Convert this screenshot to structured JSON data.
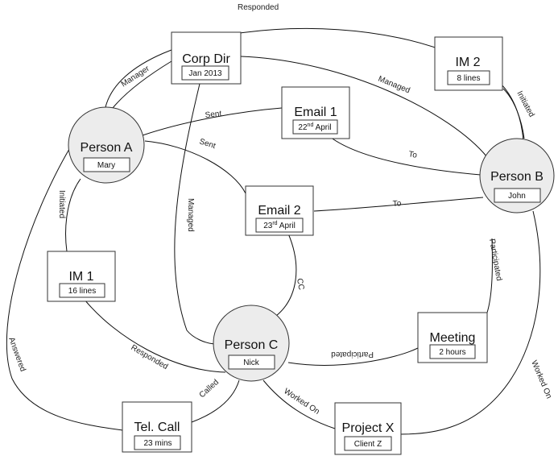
{
  "nodes": {
    "corp_dir": {
      "title": "Corp Dir",
      "sub": "Jan 2013"
    },
    "im2": {
      "title": "IM 2",
      "sub": "8 lines"
    },
    "email1": {
      "title": "Email 1",
      "sub_pre": "22",
      "sub_sup": "nd",
      "sub_post": " April"
    },
    "person_a": {
      "title": "Person A",
      "sub": "Mary"
    },
    "person_b": {
      "title": "Person B",
      "sub": "John"
    },
    "email2": {
      "title": "Email 2",
      "sub_pre": "23",
      "sub_sup": "rd",
      "sub_post": " April"
    },
    "im1": {
      "title": "IM 1",
      "sub": "16 lines"
    },
    "meeting": {
      "title": "Meeting",
      "sub": "2 hours"
    },
    "person_c": {
      "title": "Person C",
      "sub": "Nick"
    },
    "tel_call": {
      "title": "Tel. Call",
      "sub": "23 mins"
    },
    "project_x": {
      "title": "Project X",
      "sub": "Client Z"
    }
  },
  "edges": {
    "responded_top": "Responded",
    "manager": "Manager",
    "managed_corp_b": "Managed",
    "initiated_im2": "Initiated",
    "sent_email1": "Sent",
    "sent_email2": "Sent",
    "to_email1": "To",
    "to_email2": "To",
    "managed_corp_c": "Managed",
    "initiated_im1": "Initiated",
    "participated_b": "Participated",
    "cc": "CC",
    "responded_im1": "Responded",
    "participated_c": "Participated",
    "answered": "Answered",
    "called": "Called",
    "worked_on_c": "Worked On",
    "worked_on_b": "Worked On"
  }
}
